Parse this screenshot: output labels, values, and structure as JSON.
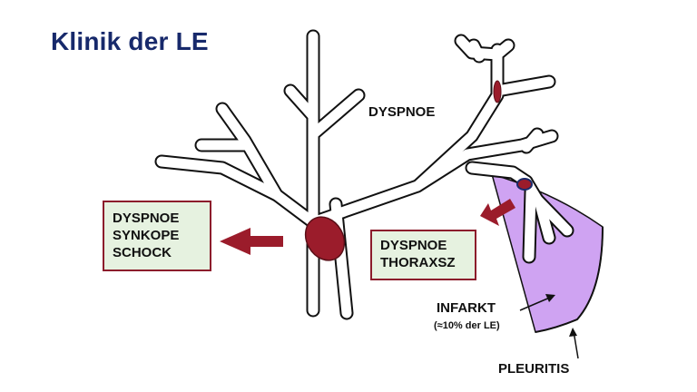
{
  "title": "Klinik der LE",
  "labels": {
    "dyspnoe_top": "DYSPNOE",
    "infarkt": "INFARKT",
    "infarkt_note": "(≈10% der LE)",
    "pleuritis": "PLEURITIS"
  },
  "box_left": {
    "lines": [
      "DYSPNOE",
      "SYNKOPE",
      "SCHOCK"
    ]
  },
  "box_right": {
    "lines": [
      "DYSPNOE",
      "THORAXSZ"
    ]
  },
  "colors": {
    "title": "#17296b",
    "embolus": "#9b1c2b",
    "arrow": "#9b1c2b",
    "box_fill": "#e6f2e0",
    "box_border": "#8c1d2c",
    "infarct_fill": "#cfa3f2"
  }
}
